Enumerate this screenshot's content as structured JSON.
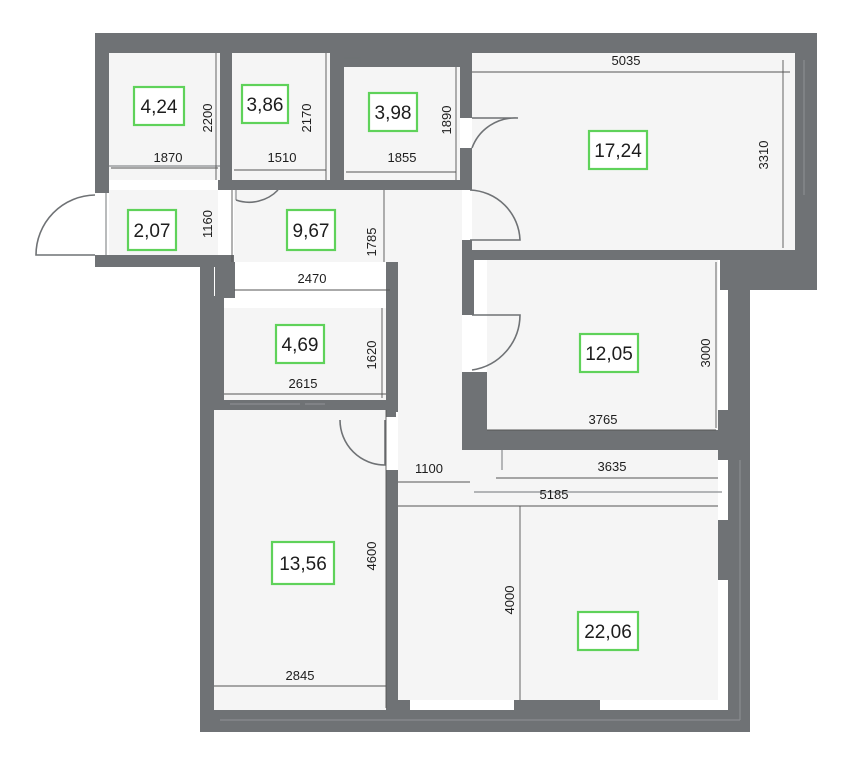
{
  "plan": {
    "accent_color": "#5fd25a",
    "wall_color": "#6f7275",
    "room_areas": {
      "r1": "4,24",
      "r2": "3,86",
      "r3": "3,98",
      "r4": "17,24",
      "r5": "2,07",
      "r6": "9,67",
      "r7": "4,69",
      "r8": "12,05",
      "r9": "13,56",
      "r10": "22,06"
    },
    "dimensions": {
      "d5035": "5035",
      "d3310": "3310",
      "d2200": "2200",
      "d1870": "1870",
      "d2170": "2170",
      "d1510": "1510",
      "d1890": "1890",
      "d1855": "1855",
      "d1160": "1160",
      "d1785": "1785",
      "d2470": "2470",
      "d1620": "1620",
      "d2615": "2615",
      "d3000": "3000",
      "d3765": "3765",
      "d1100": "1100",
      "d3635": "3635",
      "d5185": "5185",
      "d4600": "4600",
      "d4000": "4000",
      "d2845": "2845"
    }
  }
}
